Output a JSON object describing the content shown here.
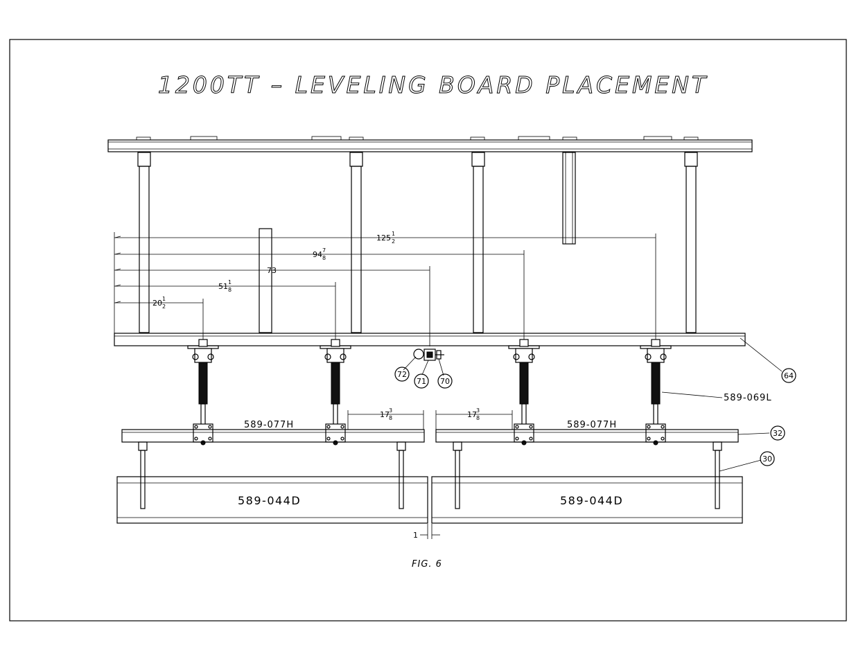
{
  "title": "1200TT  –  LEVELING  BOARD  PLACEMENT",
  "figure_caption": "FIG. 6",
  "dimensions": [
    {
      "whole": "20",
      "num": "1",
      "den": "2"
    },
    {
      "whole": "51",
      "num": "1",
      "den": "8"
    },
    {
      "whole": "73",
      "num": "",
      "den": ""
    },
    {
      "whole": "94",
      "num": "7",
      "den": "8"
    },
    {
      "whole": "125",
      "num": "1",
      "den": "2"
    },
    {
      "whole": "17",
      "num": "3",
      "den": "8"
    },
    {
      "whole": "17",
      "num": "3",
      "den": "8"
    },
    {
      "whole": "1",
      "num": "",
      "den": ""
    }
  ],
  "part_labels": {
    "hitch_left": "589-077H",
    "hitch_right": "589-077H",
    "board_left": "589-044D",
    "board_right": "589-044D",
    "cylinder": "589-069L"
  },
  "balloons": [
    "72",
    "71",
    "70",
    "64",
    "32",
    "30"
  ]
}
